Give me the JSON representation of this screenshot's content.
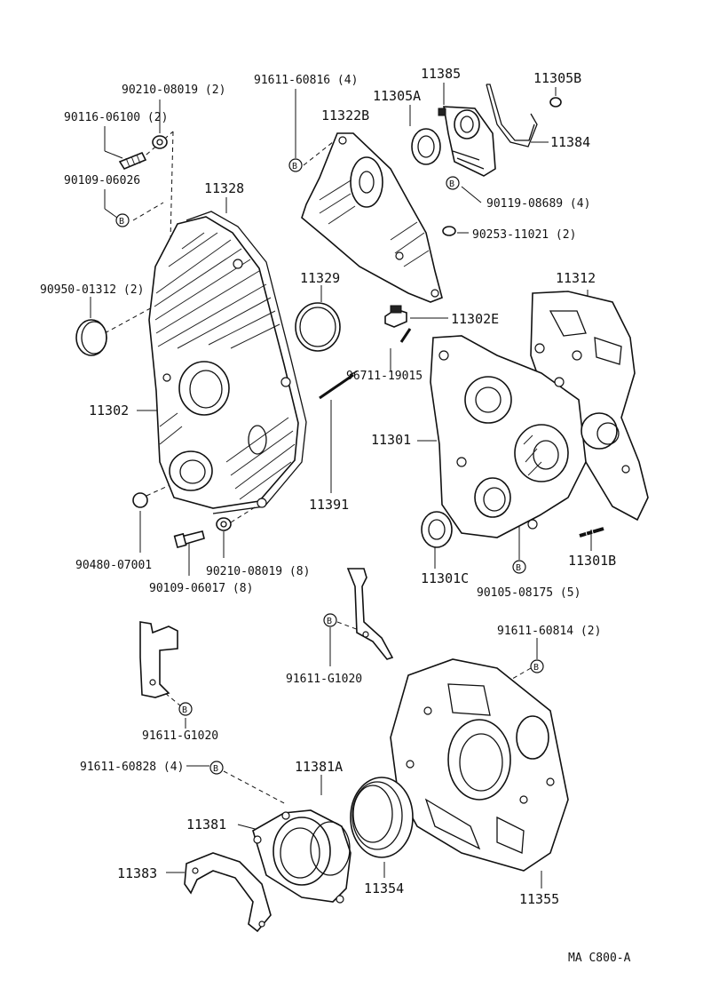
{
  "labels": {
    "p90210_08019_top": "90210-08019 (2)",
    "p90116_06100": "90116-06100 (2)",
    "p90109_06026": "90109-06026",
    "p11328": "11328",
    "p90950_01312": "90950-01312 (2)",
    "p11329": "11329",
    "p11302": "11302",
    "p11391": "11391",
    "p90480_07001": "90480-07001",
    "p90210_08019_bot": "90210-08019 (8)",
    "p90109_06017": "90109-06017 (8)",
    "p91611_60816": "91611-60816 (4)",
    "p11322B": "11322B",
    "p11305A": "11305A",
    "p11385": "11385",
    "p11305B": "11305B",
    "p11384": "11384",
    "p90119_08689": "90119-08689 (4)",
    "p90253_11021": "90253-11021 (2)",
    "p11312": "11312",
    "p11302E": "11302E",
    "p96711_19015": "96711-19015",
    "p11301": "11301",
    "p11301C": "11301C",
    "p11301B": "11301B",
    "p90105_08175": "90105-08175 (5)",
    "p91611_G1020_a": "91611-G1020",
    "p91611_G1020_b": "91611-G1020",
    "p91611_60814": "91611-60814 (2)",
    "p91611_60828": "91611-60828 (4)",
    "p11381A": "11381A",
    "p11381": "11381",
    "p11383": "11383",
    "p11354": "11354",
    "p11355": "11355",
    "ref_code": "MA  C800-A"
  },
  "bolt_marker": "B",
  "icons": {
    "bolt_marker": "circled-B-marker-icon"
  }
}
